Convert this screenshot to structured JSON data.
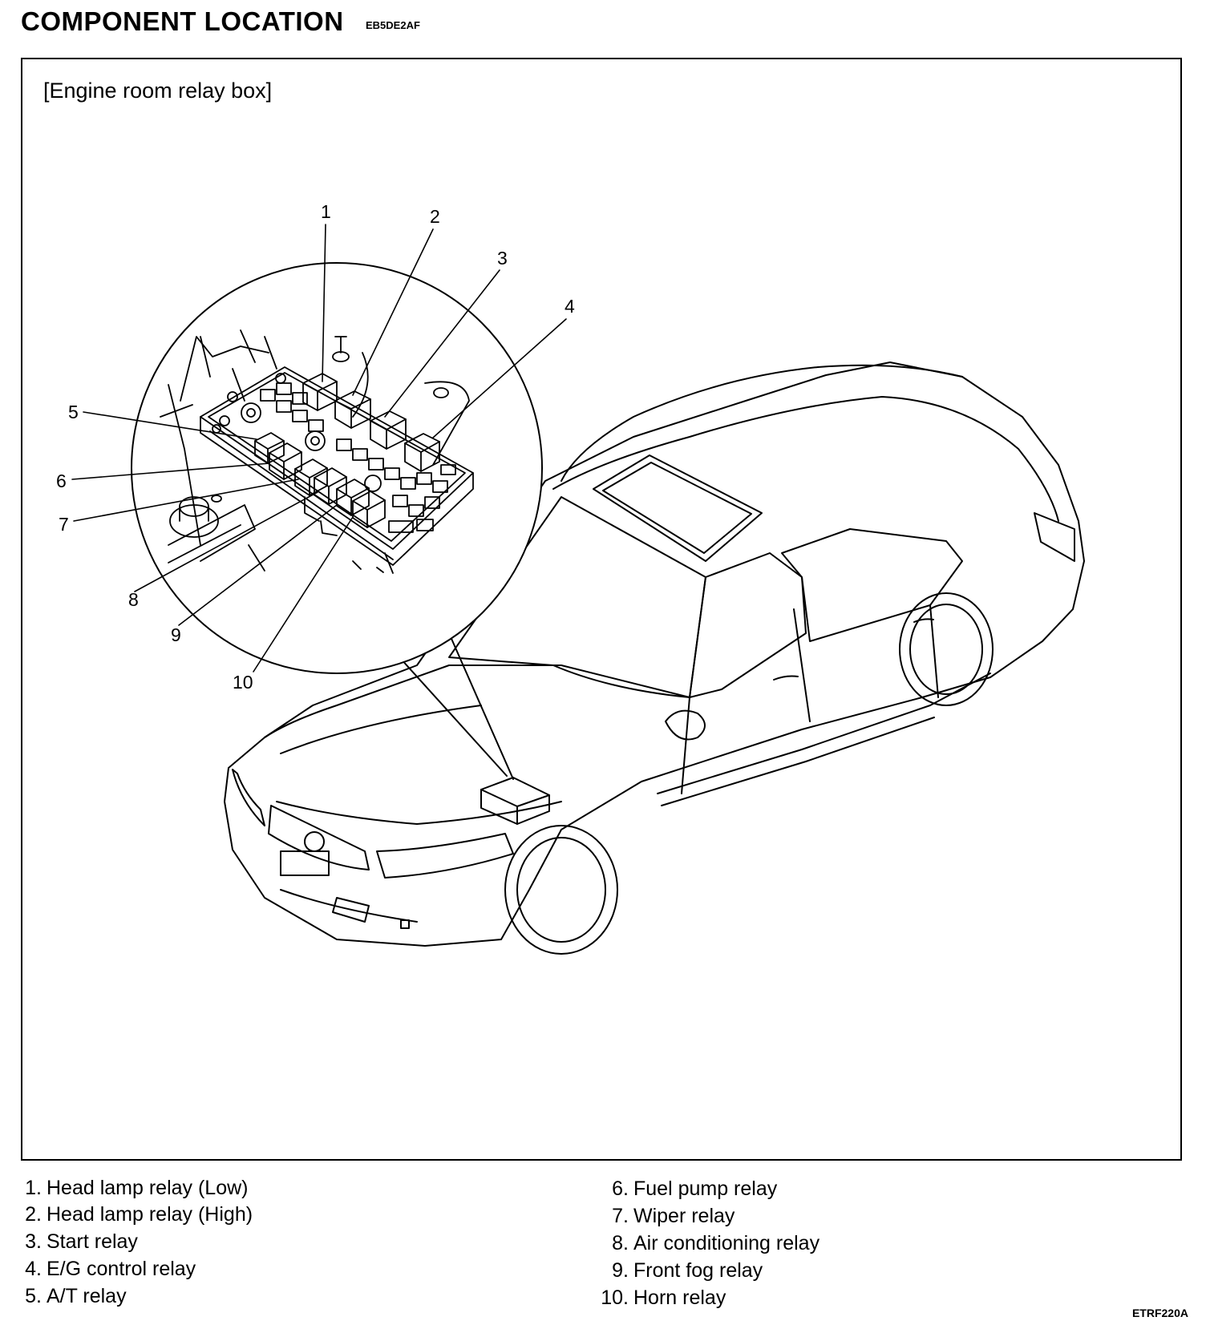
{
  "header": {
    "title": "COMPONENT LOCATION",
    "code": "EB5DE2AF"
  },
  "figure": {
    "subtitle": "[Engine room relay box]",
    "callouts": [
      "1",
      "2",
      "3",
      "4",
      "5",
      "6",
      "7",
      "8",
      "9",
      "10"
    ]
  },
  "legend": [
    {
      "num": "1.",
      "label": "Head lamp relay (Low)"
    },
    {
      "num": "2.",
      "label": "Head lamp relay (High)"
    },
    {
      "num": "3.",
      "label": "Start relay"
    },
    {
      "num": "4.",
      "label": "E/G control relay"
    },
    {
      "num": "5.",
      "label": "A/T relay"
    },
    {
      "num": "6.",
      "label": "Fuel pump relay"
    },
    {
      "num": "7.",
      "label": "Wiper relay"
    },
    {
      "num": "8.",
      "label": "Air conditioning relay"
    },
    {
      "num": "9.",
      "label": "Front fog relay"
    },
    {
      "num": "10.",
      "label": "Horn relay"
    }
  ],
  "footer": {
    "figure_id": "ETRF220A"
  }
}
